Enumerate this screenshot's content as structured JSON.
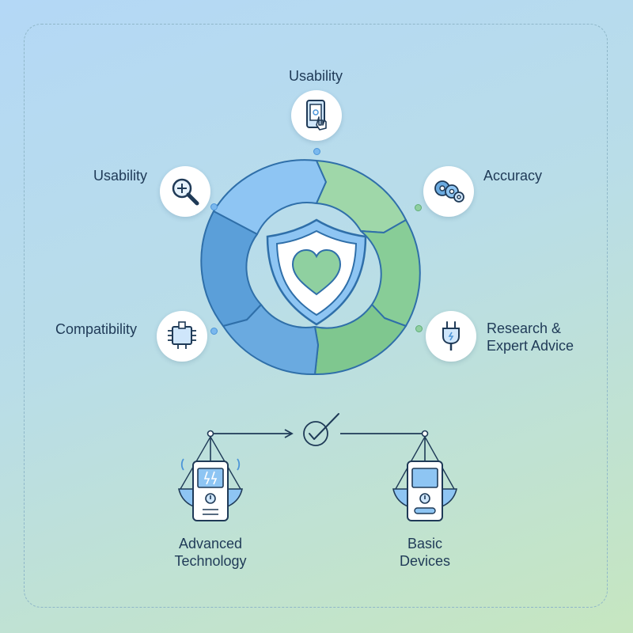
{
  "nodes": {
    "top": {
      "label": "Usability",
      "icon": "touch-phone-icon"
    },
    "upper_left": {
      "label": "Usability",
      "icon": "magnifier-icon"
    },
    "upper_right": {
      "label": "Accuracy",
      "icon": "gears-icon"
    },
    "lower_left": {
      "label": "Compatibility",
      "icon": "chip-icon"
    },
    "lower_right": {
      "label_line1": "Research &",
      "label_line2": "Expert Advice",
      "icon": "plug-icon"
    }
  },
  "center": {
    "icon": "shield-heart-icon"
  },
  "comparison": {
    "left": {
      "line1": "Advanced",
      "line2": "Technology",
      "icon": "advanced-device-scale-icon"
    },
    "right": {
      "line1": "Basic",
      "line2": "Devices",
      "icon": "basic-device-scale-icon"
    },
    "center_icon": "checkmark-icon"
  },
  "colors": {
    "blue_light": "#8ec5f3",
    "blue_dark": "#5b9fd9",
    "green_light": "#9fd7a9",
    "green_dark": "#74bd84",
    "outline": "#2f6fa9",
    "text": "#1f3a57"
  }
}
